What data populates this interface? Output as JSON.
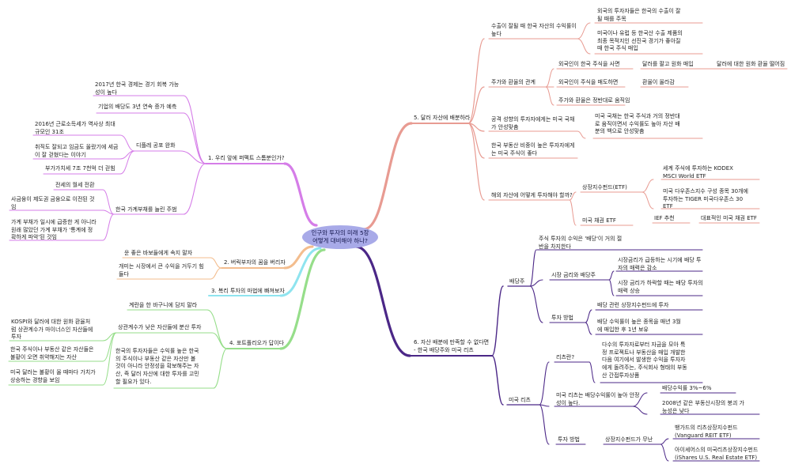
{
  "center": {
    "title": "인구와 투자의 미래 5장\n어떻게 대비해야 하나?"
  },
  "colors": {
    "branch1": "#d57de8",
    "branch2": "#f3bd8e",
    "branch3": "#8fe4ef",
    "branch4": "#96de8a",
    "branch5": "#e89b92",
    "branch6": "#4b2787",
    "center_fill": "#a8aae8"
  },
  "branches": {
    "b1": {
      "title": "1. 우리 앞에 퍼펙트 스톰분인가?",
      "n1": "2017년 한국 경제는 경기 회복 가능\n성이 높다",
      "n2": "기업의 배당도 3년 연속 증가 예측",
      "d": "디플레 공포 완화",
      "d1": "2016년 근로소득세가 역사상 최대\n규모인 31조",
      "d2": "취직도 잘되고 임금도 올랐기에 세금\n이 잘 걷혔다는 이야기",
      "d3": "부가가치세 7조 7천억 더 걷힘",
      "h": "한국 가계부채를 늘린 주범",
      "h1": "전세의 월세 전환",
      "h2": "사금융이 제도권 금융으로 이전된 것\n임",
      "h3": "가계 부채가 일시에 급증한 게 아니라\n원래 많았던 가계 부채가 '통계에 정\n확하게 파악'된 것임"
    },
    "b2": {
      "title": "2. 버릭부자의 꿈을 버리자",
      "n1": "운 좋은 바보들에게 속지 말자",
      "n2": "개미는 시장에서 큰 수익을 거두기 힘\n들다"
    },
    "b3": {
      "title": "3. 복리 투자의 마법에 빠져보자"
    },
    "b4": {
      "title": "4. 포트폴리오가 답이다",
      "n1": "계란을 한 바구니에 담지 말라",
      "s": "상관계수가 낮은 자산들에 분산 투자",
      "s1": "KOSPI와 달러에 대한 원화 환율처\n럼 상관계수가 마이너스인 자산들에\n투자",
      "s2": "한국 주식이나 부동산 같은 자산들은\n불황이 오면 취약해지는 자산",
      "s3": "미국 달러는 불황이 올 때마다 가치가\n상승하는 경향을 보임",
      "n3": "한국의 투자자들은 수익률 높은 한국\n의 주식이나 부동산 같은 자산만 볼\n것이 아니라 안정성을 확보해주는 자\n산, 즉 달러 자산에 대한 투자를 고민\n할 필요가 있다."
    },
    "b5": {
      "title": "5. 달러 자산에 배분하라",
      "e": "수출이 잘될 때 한국 자산의 수익률이\n높다",
      "e1": "외국의 투자자들은 한국의 수출이 잘\n될 때를 주목",
      "e2": "미국이나 유럽 등 한국산 수출 제품의\n최종 목적지인 선진국 경기가 좋아질\n때 한국 주식 매입",
      "r": "주가와 환율의 관계",
      "r1": "외국인이 한국 주식을 사면",
      "r1a": "달러를 팔고 원화 매입",
      "r1b": "달러에 대한 원화 환율 떨어짐",
      "r2": "외국인이 주식을 매도하면",
      "r2a": "환율이 올라감",
      "r3": "주가와 환율은 정반대로 움직임",
      "a": "공격 성향의 투자자에게는 미국 국채\n가 안성맞춤",
      "a1": "미국 국채는 한국 주식과 거의 정반대\n로 움직이면서 수익률도 높아 자산 배\n분의 백으로 안성맞춤",
      "k": "한국 부동산 비중이 높은 투자자에게\n는 미국 주식이 좋다",
      "o": "해외 자산에 어떻게 투자해야 할까?",
      "o1": "상장지수펀드(ETF)",
      "o1a": "세계 주식에 투자하는 KODEX\nMSCI World ETF",
      "o1b": "미국 다우존스지수 구성 종목 30개에\n투자하는 TIGER 미국다우존스 30\nETF",
      "o2": "미국 채권 ETF",
      "o2a": "IEF 추천",
      "o2b": "대표적인 미국 채권 ETF"
    },
    "b6": {
      "title": "6. 자산 배분에 만족할 수 없다면\n- 한국 배당주와 미국 리츠",
      "dv": "배당주",
      "dv1": "주식 투자의 수익은 '배당'이 거의 절\n반을 차지한다",
      "dv2": "시장 금리와 배당주",
      "dv2a": "시장금리가 급등하는 시기에 배당 투\n자의 매력은 감소",
      "dv2b": "시장 금리가 하락할 때는 배당 투자의\n매력 상승",
      "dv3": "투자 방법",
      "dv3a": "배당 관련 상장지수펀드에 투자",
      "dv3b": "배당 수익률이 높은 종목을 매년 3월\n에 매입한 후 1년 보유",
      "re": "미국 리츠",
      "re1": "리츠란?",
      "re1a": "다수의 투자자로부터 자금을 모아 특\n정 프로젝트나 부동산을 매입 개발한\n다음 여기에서 발생한 수익을 투자자\n에게 돌려주는, 주식회사 형태의 부동\n산 간접투자상품",
      "re2": "미국 리츠는 배당수익률이 높아 안정\n성이 높다.",
      "re2a": "배당수익률 3%~6%",
      "re2b": "2008년 같은 부동산시장의 붕괴 가\n능성은 낮다",
      "re3": "투자 방법",
      "re3a": "상장지수펀드가 무난",
      "re3b": "뱅가드의 리츠상장지수펀드\n(Vanguard REIT ETF)",
      "re3c": "아이셰어스의 미국리츠상장지수펀드\n(iShares U.S. Real Estate ETF)"
    }
  }
}
